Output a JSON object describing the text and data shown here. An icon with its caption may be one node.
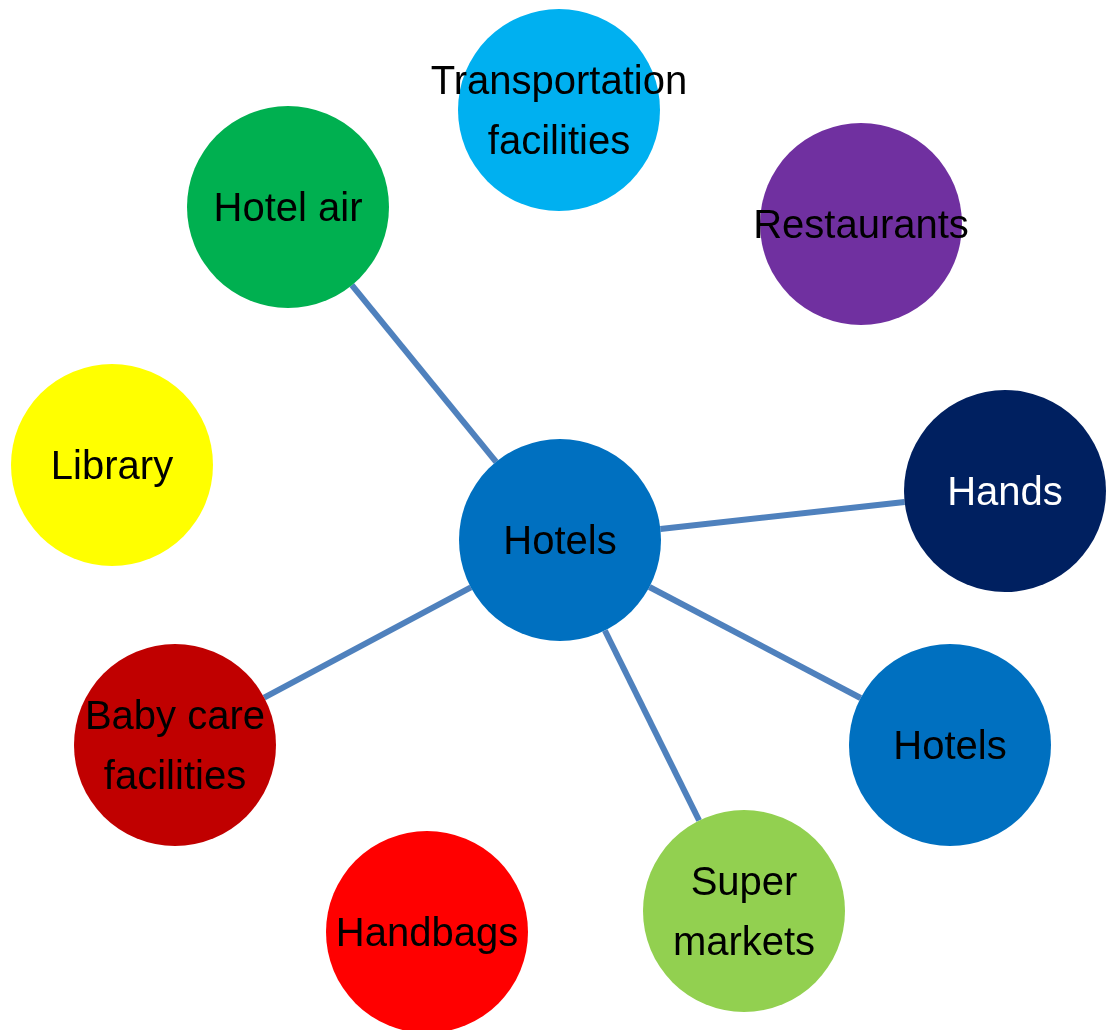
{
  "diagram": {
    "nodes": [
      {
        "text": [
          "Transportation facilities"
        ]
      },
      {
        "text": [
          "Hotel air"
        ]
      },
      {
        "text": [
          "Restaurants"
        ]
      },
      {
        "text": [
          "Library"
        ]
      },
      {
        "text": [
          "Hands"
        ]
      },
      {
        "text": [
          "Hotels"
        ]
      },
      {
        "text": [
          "Baby care facilities"
        ]
      },
      {
        "text": [
          "Hotels"
        ]
      },
      {
        "text": [
          "Super markets"
        ]
      },
      {
        "text": [
          "Handbags"
        ]
      }
    ],
    "edges": [
      {
        "from": 5,
        "to": 1,
        "arrow": "none"
      },
      {
        "from": 5,
        "to": 4,
        "arrow": "none"
      },
      {
        "from": 5,
        "to": 7,
        "arrow": "none"
      },
      {
        "from": 5,
        "to": 8,
        "arrow": "none"
      },
      {
        "from": 5,
        "to": 6,
        "arrow": "none"
      }
    ]
  }
}
